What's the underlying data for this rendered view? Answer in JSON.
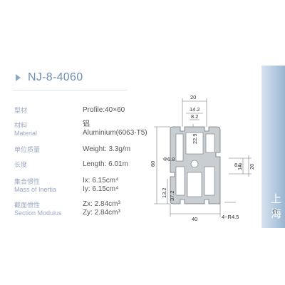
{
  "title": "NJ-8-4060",
  "specs": [
    {
      "label_cn": "型材",
      "label_en": "",
      "value": "Profile:40×60"
    },
    {
      "label_cn": "材料",
      "label_en": "Material",
      "value": "铝",
      "value2": "Aluminium(6063-T5)"
    },
    {
      "label_cn": "单位质量",
      "label_en": "",
      "value": "Weight: 3.3g/m"
    },
    {
      "label_cn": "长度",
      "label_en": "",
      "value": "Length: 6.01m"
    },
    {
      "label_cn": "集合惯性",
      "label_en": "Mass of Inertia",
      "value": "Ix: 6.15cm⁴",
      "value2": "Iy: 6.15cm⁴"
    },
    {
      "label_cn": "截面惯性",
      "label_en": "Section Modulus",
      "value": "Zx: 2.84cm³",
      "value2": "Zy: 2.84cm³"
    }
  ],
  "dimensions": {
    "top_width": "20",
    "slot_width": "14.2",
    "slot_inner": "8.2",
    "slot_depth": "22.9",
    "bore": "Φ6.8",
    "overall_height": "60",
    "right_slot": "8.2",
    "right_slot_outer": "14",
    "right_height": "20",
    "lower_depth1": "13.2",
    "lower_depth2": "37.2",
    "corner": "4−R4.5",
    "bottom_width": "40"
  },
  "side": {
    "text1": "上海",
    "text2": "n"
  },
  "colors": {
    "title": "#6f8fb2",
    "label": "#9aa9bf",
    "value": "#555555",
    "profile_fill": "#c9ced3",
    "profile_stroke": "#6e767e"
  }
}
